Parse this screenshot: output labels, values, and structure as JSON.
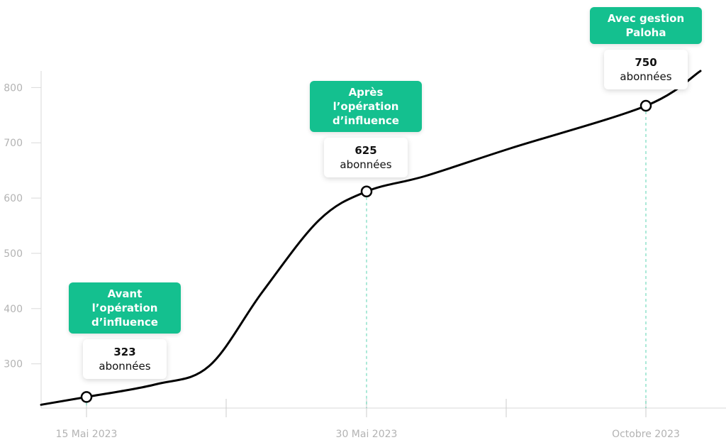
{
  "chart_data": {
    "type": "line",
    "title": "",
    "xlabel": "",
    "ylabel": "",
    "ylim": [
      220,
      830
    ],
    "yticks": [
      300,
      400,
      500,
      600,
      700,
      800
    ],
    "x_tick_labels": [
      "15 Mai 2023",
      "30 Mai 2023",
      "Octobre 2023"
    ],
    "grid": false,
    "colors": {
      "line": "#000000",
      "accent": "#14c08f",
      "axis": "#d9d9d9",
      "tick_text": "#b3b3b3"
    },
    "series": [
      {
        "values": [
          226,
          240,
          263,
          296,
          430,
          560,
          612,
          640,
          690,
          767,
          830
        ]
      }
    ],
    "annotations": [
      {
        "label": "Avant l’opération d’influence",
        "value": "323",
        "unit": "abonnées"
      },
      {
        "label": "Après l’opération d’influence",
        "value": "625",
        "unit": "abonnées"
      },
      {
        "label": "Avec gestion Paloha",
        "value": "750",
        "unit": "abonnées"
      }
    ]
  }
}
